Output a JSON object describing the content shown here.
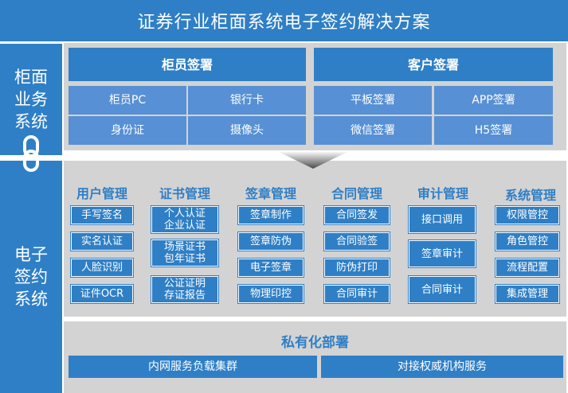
{
  "title": "证券行业柜面系统电子签约解决方案",
  "side": {
    "counter_lines": [
      "柜面",
      "业务",
      "系统"
    ],
    "esign_lines": [
      "电子",
      "签约",
      "系统"
    ]
  },
  "counter": {
    "teller": {
      "title": "柜员签署",
      "items": [
        "柜员PC",
        "银行卡",
        "身份证",
        "摄像头"
      ]
    },
    "customer": {
      "title": "客户签署",
      "items": [
        "平板签署",
        "APP签署",
        "微信签署",
        "H5签署"
      ]
    }
  },
  "modules": [
    {
      "title": "用户管理",
      "items": [
        "手写签名",
        "实名认证",
        "人脸识别",
        "证件OCR"
      ]
    },
    {
      "title": "证书管理",
      "items": [
        [
          "个人认证",
          "企业认证"
        ],
        [
          "场景证书",
          "包年证书"
        ],
        [
          "公证证明",
          "存证报告"
        ]
      ]
    },
    {
      "title": "签章管理",
      "items": [
        "签章制作",
        "签章防伪",
        "电子签章",
        "物理印控"
      ]
    },
    {
      "title": "合同管理",
      "items": [
        "合同签发",
        "合同验签",
        "防伪打印",
        "合同审计"
      ]
    },
    {
      "title": "审计管理",
      "items": [
        "接口调用",
        "签章审计",
        "合同审计"
      ]
    },
    {
      "title": "系统管理",
      "items": [
        "权限管控",
        "角色管控",
        "流程配置",
        "集成管理"
      ]
    }
  ],
  "private": {
    "title": "私有化部署",
    "items": [
      "内网服务负载集群",
      "对接权威机构服务"
    ]
  },
  "colors": {
    "primary": "#2f7fc6",
    "cell": "#5790d4",
    "panel": "#d3d3d3"
  }
}
